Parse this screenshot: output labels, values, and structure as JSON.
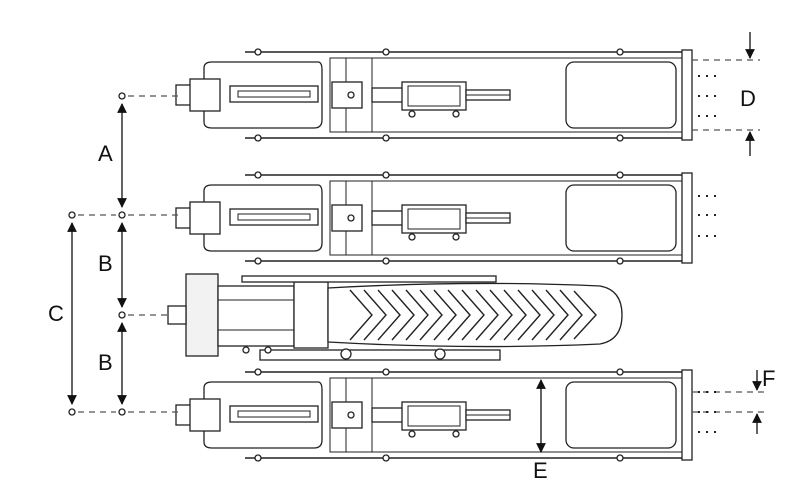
{
  "diagram": {
    "labels": {
      "a": "A",
      "b_upper": "B",
      "b_lower": "B",
      "c": "C",
      "d": "D",
      "e": "E",
      "f": "F"
    },
    "colors": {
      "line": "#222222",
      "background": "#ffffff"
    }
  }
}
